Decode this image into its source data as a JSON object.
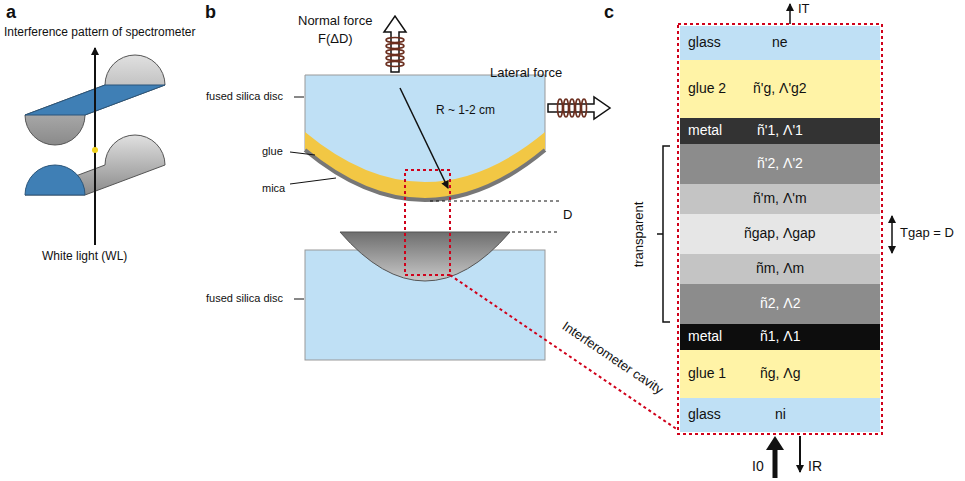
{
  "diagram": {
    "nodes": [
      {
        "text": [
          "glass",
          "ne"
        ]
      },
      {
        "text": [
          "glue 2",
          "ñ'g, Λ'g2"
        ]
      },
      {
        "text": [
          "metal",
          "ñ'1, Λ'1"
        ]
      },
      {
        "text": [
          "ñ'2, Λ'2"
        ]
      },
      {
        "text": [
          "ñ'm, Λ'm"
        ]
      },
      {
        "text": [
          "ñgap, Λgap"
        ]
      },
      {
        "text": [
          "ñm, Λm"
        ]
      },
      {
        "text": [
          "ñ2, Λ2"
        ]
      },
      {
        "text": [
          "metal",
          "ñ1, Λ1"
        ]
      },
      {
        "text": [
          "glue 1",
          "ñg, Λg"
        ]
      },
      {
        "text": [
          "glass",
          "ni"
        ]
      }
    ],
    "labels": [
      "a",
      "Interference pattern of spectrometer",
      "White light (WL)",
      "b",
      "Normal force",
      "F(ΔD)",
      "Lateral force",
      "fused silica disc",
      "glue",
      "mica",
      "R ~ 1-2 cm",
      "D",
      "fused silica disc",
      "Interferometer cavity",
      "c",
      "IT",
      "transparent",
      "Tgap = D",
      "I0",
      "IR"
    ]
  }
}
